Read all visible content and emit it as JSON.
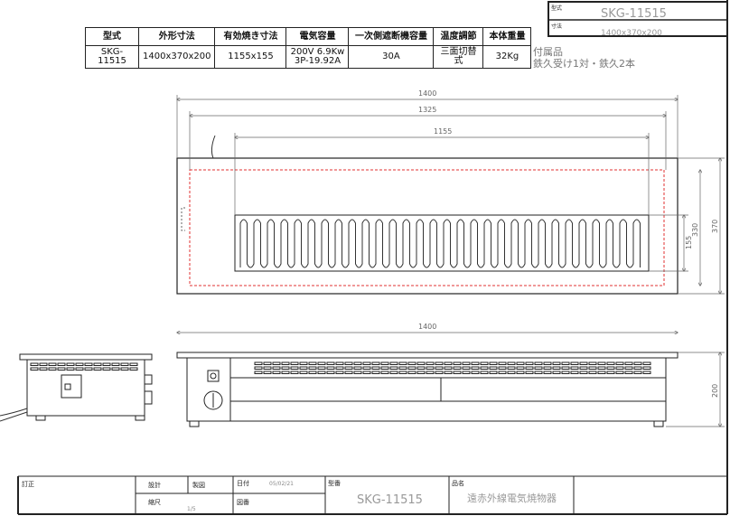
{
  "spec_table": {
    "headers": [
      "型式",
      "外形寸法",
      "有効焼き寸法",
      "電気容量",
      "一次側遮断機容量",
      "温度調節",
      "本体重量"
    ],
    "row": [
      "SKG-11515",
      "1400x370x200",
      "1155x155",
      "200V 6.9Kw",
      "3P-19.92A",
      "30A",
      "三面切替式",
      "32Kg"
    ]
  },
  "header_box": {
    "model_label": "型式",
    "model_value": "SKG-11515",
    "size_label": "寸法",
    "size_value": "1400x370x200"
  },
  "accessories": {
    "title": "付属品",
    "items": "鉄久受け1対・鉄久2本"
  },
  "dimensions": {
    "top_overall": "1400",
    "top_inner": "1325",
    "top_grill": "1155",
    "right_overall": "370",
    "right_inner": "330",
    "right_grill": "155",
    "front_width": "1400",
    "front_height": "200"
  },
  "title_block": {
    "revision_label": "訂正",
    "design_label": "設計",
    "drawing_label": "製図",
    "date_label": "日付",
    "date_value": "05/02/21",
    "scale_label": "縮尺",
    "scale_value": "1/5",
    "drawing_no_label": "図番",
    "model_label": "型番",
    "model_value": "SKG-11515",
    "product_label": "品名",
    "product_value": "遠赤外線電気焼物器"
  },
  "colors": {
    "line": "#222222",
    "hidden": "#e03030",
    "text_light": "#888888"
  }
}
